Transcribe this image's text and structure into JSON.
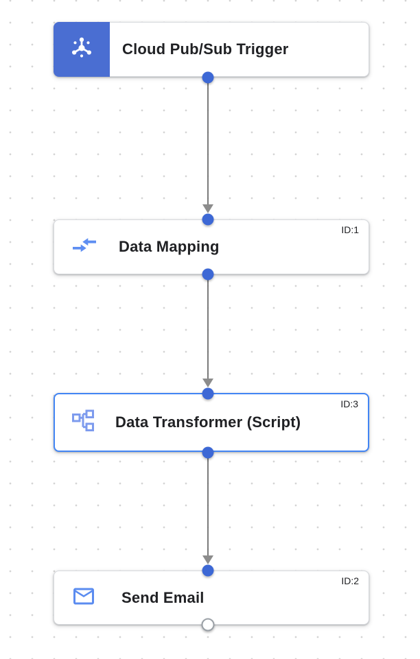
{
  "diagram": {
    "type": "workflow-canvas",
    "nodes": [
      {
        "label": "Cloud Pub/Sub Trigger",
        "id_label": "",
        "icon": "cloud-pubsub-icon",
        "kind": "trigger",
        "selected": false
      },
      {
        "label": "Data Mapping",
        "id_label": "ID:1",
        "icon": "data-mapping-icon",
        "kind": "task",
        "selected": false
      },
      {
        "label": "Data Transformer (Script)",
        "id_label": "ID:3",
        "icon": "data-transformer-icon",
        "kind": "task",
        "selected": true
      },
      {
        "label": "Send Email",
        "id_label": "ID:2",
        "icon": "email-icon",
        "kind": "task",
        "selected": false
      }
    ],
    "edges": [
      {
        "from": "Cloud Pub/Sub Trigger",
        "to": "Data Mapping"
      },
      {
        "from": "Data Mapping",
        "to": "Data Transformer (Script)"
      },
      {
        "from": "Data Transformer (Script)",
        "to": "Send Email"
      }
    ]
  },
  "colors": {
    "trigger_block_blue": "#4a6ed2",
    "port_dot_blue": "#3d68d5",
    "selected_border_blue": "#4285f4",
    "icon_blue": "#5e8ef2",
    "edge_gray": "#7b7b7b",
    "label_dark": "#202124",
    "grid_dot_gray": "#d4d4d4"
  }
}
